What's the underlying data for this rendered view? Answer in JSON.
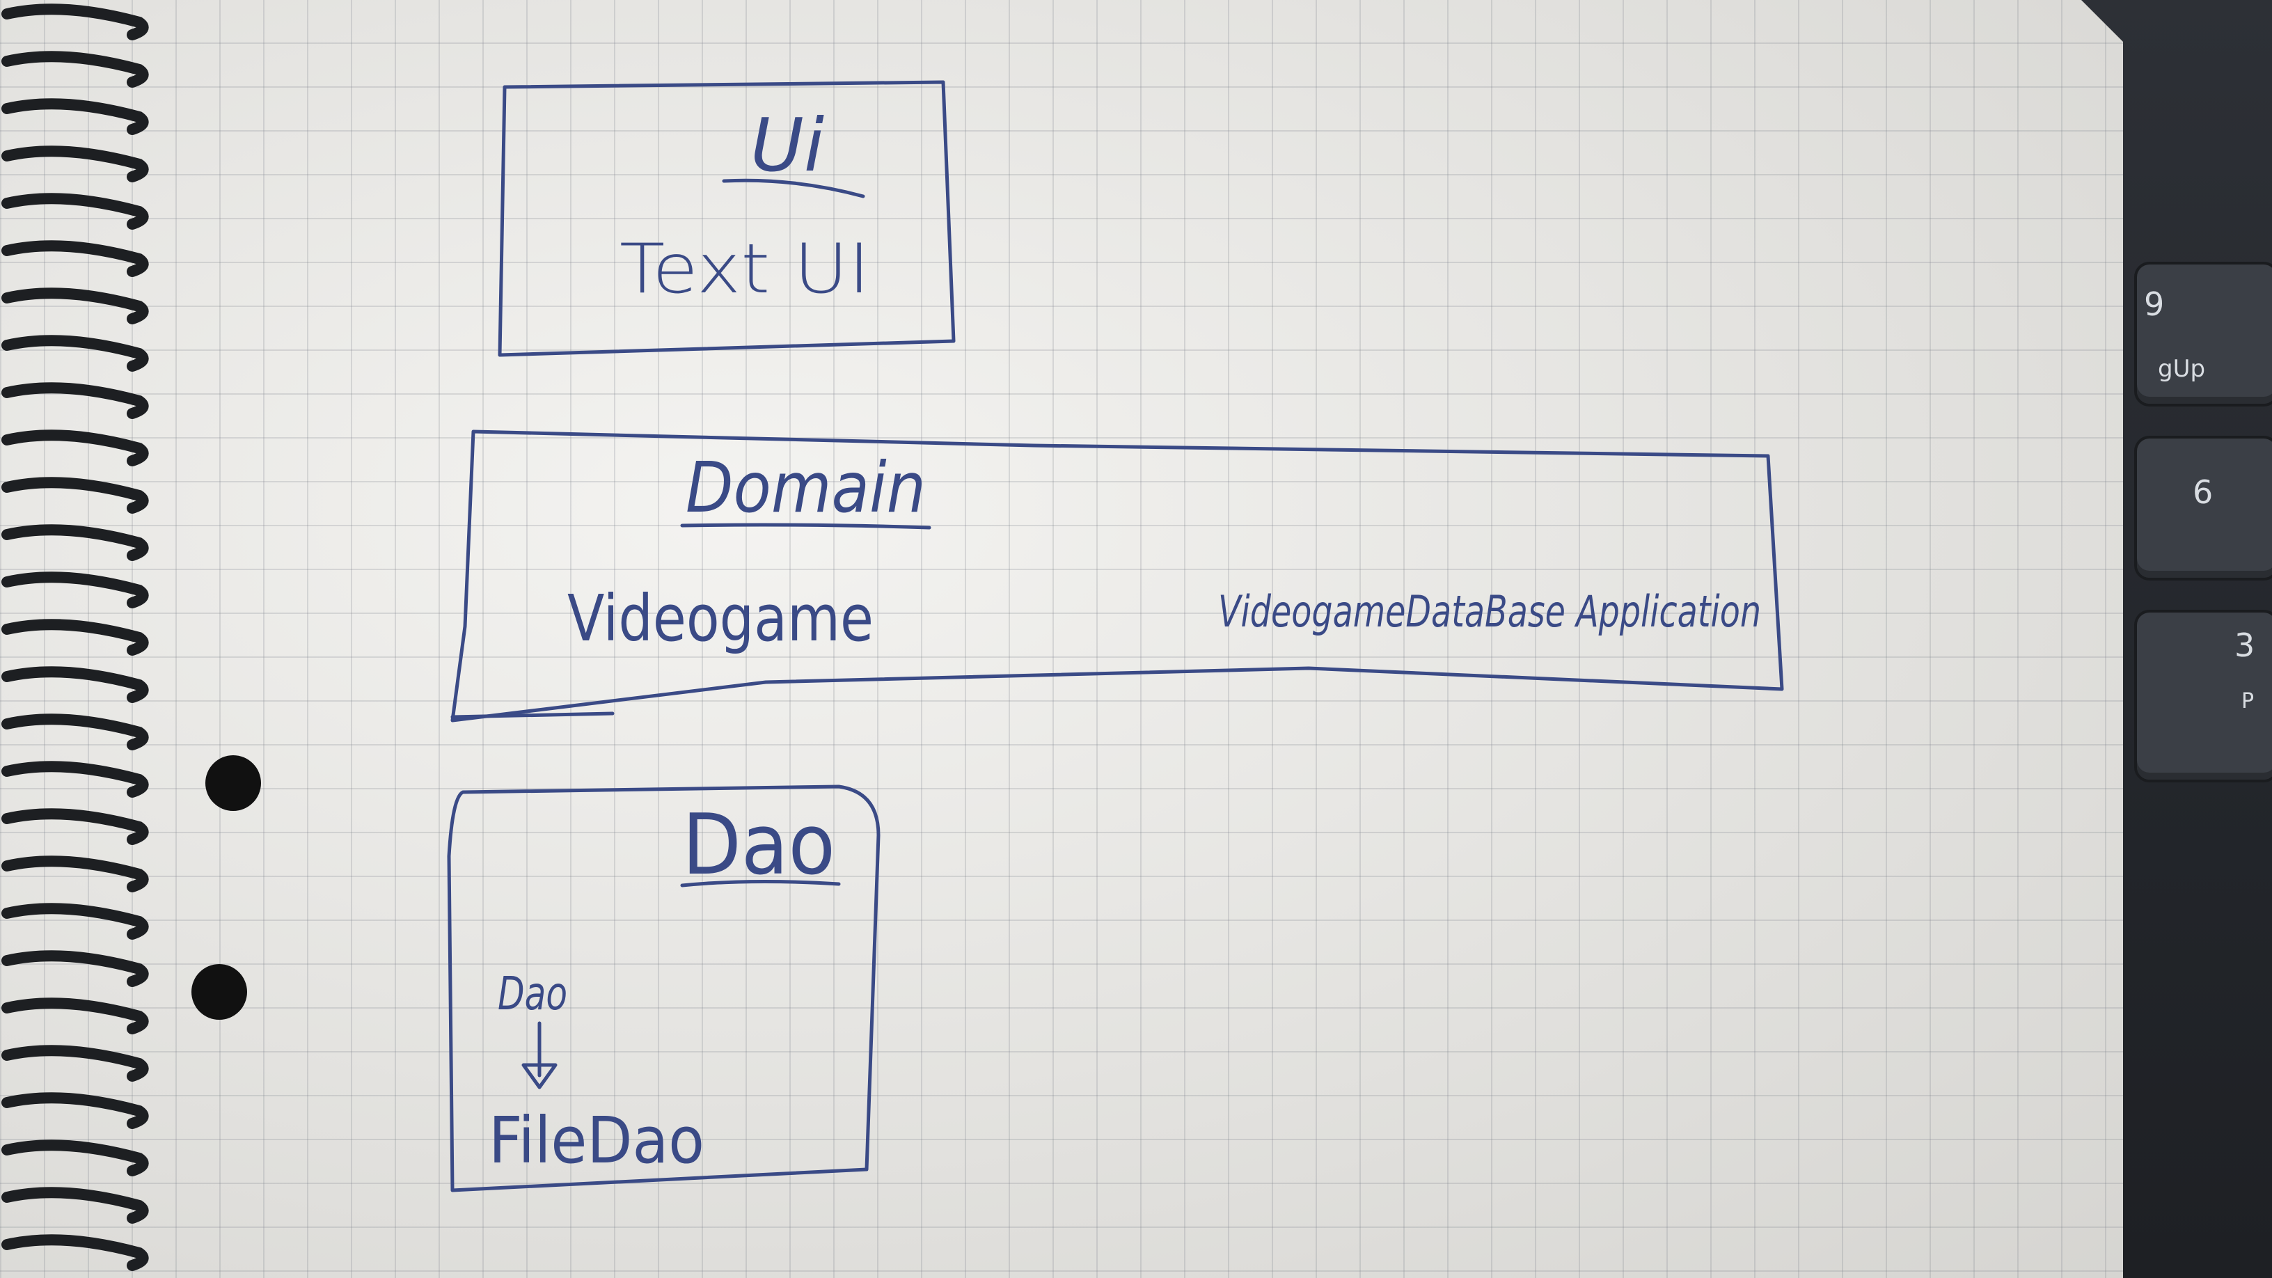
{
  "diagram": {
    "ui_box": {
      "title": "Ui",
      "item": "Text UI"
    },
    "domain_box": {
      "title": "Domain",
      "items": [
        "Videogame",
        "VideogameDataBase Application"
      ]
    },
    "dao_box": {
      "title": "Dao",
      "items": [
        "Dao",
        "FileDao"
      ]
    }
  },
  "keyboard": {
    "keys": [
      "9",
      "gUp",
      "6",
      "3",
      "P"
    ]
  },
  "colors": {
    "ink": "#3a4a86",
    "paper": "#eeede9",
    "background": "#3a3d42"
  }
}
